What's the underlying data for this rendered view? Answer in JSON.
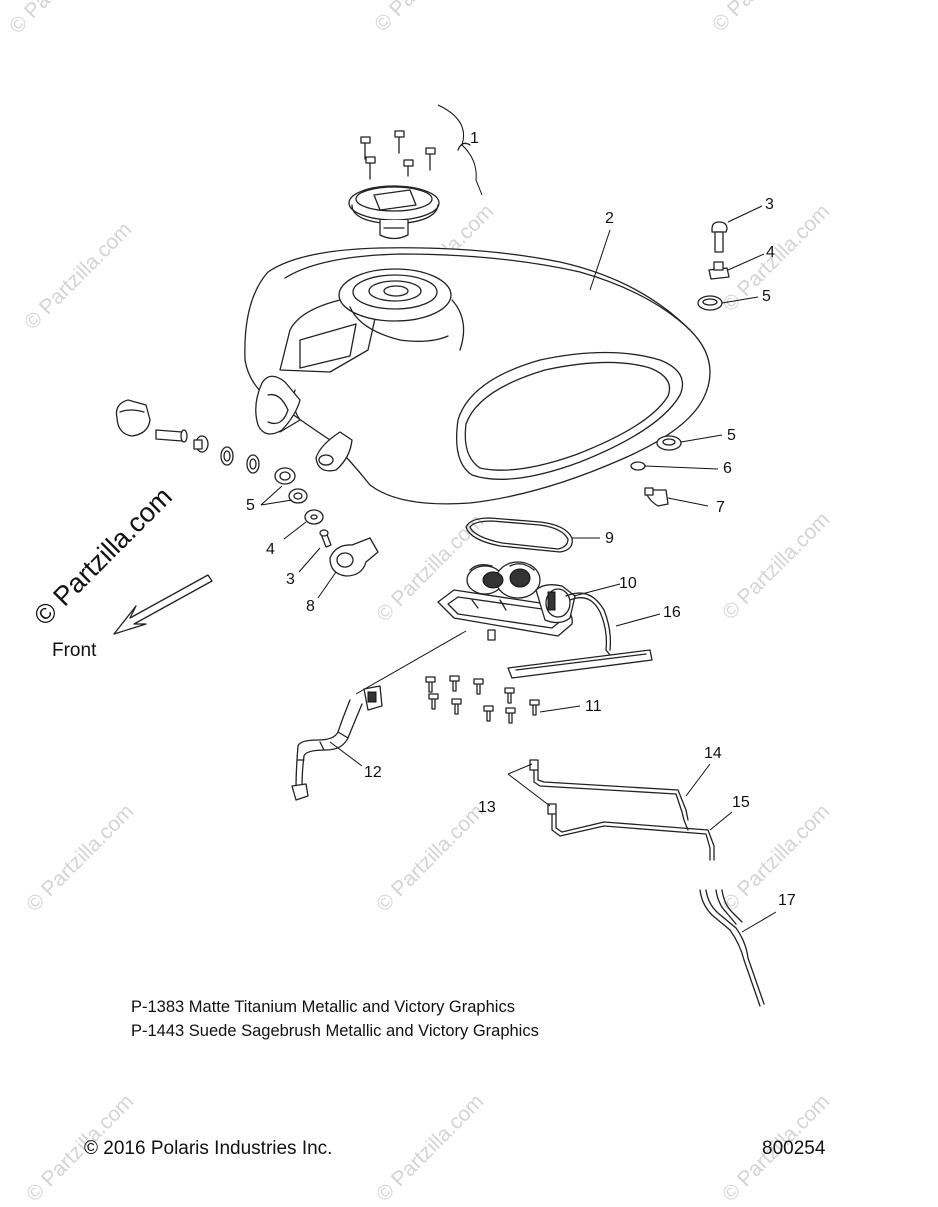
{
  "watermark": {
    "text": "© Partzilla.com"
  },
  "callouts": [
    {
      "id": "callout-1",
      "text": "1"
    },
    {
      "id": "callout-2",
      "text": "2"
    },
    {
      "id": "callout-3a",
      "text": "3"
    },
    {
      "id": "callout-4a",
      "text": "4"
    },
    {
      "id": "callout-5a",
      "text": "5"
    },
    {
      "id": "callout-5b",
      "text": "5"
    },
    {
      "id": "callout-6",
      "text": "6"
    },
    {
      "id": "callout-7",
      "text": "7"
    },
    {
      "id": "callout-9",
      "text": "9"
    },
    {
      "id": "callout-10",
      "text": "10"
    },
    {
      "id": "callout-16",
      "text": "16"
    },
    {
      "id": "callout-5c",
      "text": "5"
    },
    {
      "id": "callout-4b",
      "text": "4"
    },
    {
      "id": "callout-3b",
      "text": "3"
    },
    {
      "id": "callout-8",
      "text": "8"
    },
    {
      "id": "callout-11",
      "text": "11"
    },
    {
      "id": "callout-12",
      "text": "12"
    },
    {
      "id": "callout-14",
      "text": "14"
    },
    {
      "id": "callout-15",
      "text": "15"
    },
    {
      "id": "callout-13",
      "text": "13"
    },
    {
      "id": "callout-17",
      "text": "17"
    }
  ],
  "direction_label": "Front",
  "notes": [
    "P-1383  Matte Titanium Metallic and Victory Graphics",
    "P-1443  Suede Sagebrush Metallic and Victory Graphics"
  ],
  "copyright": "© 2016 Polaris Industries Inc.",
  "diagram_code": "800254"
}
